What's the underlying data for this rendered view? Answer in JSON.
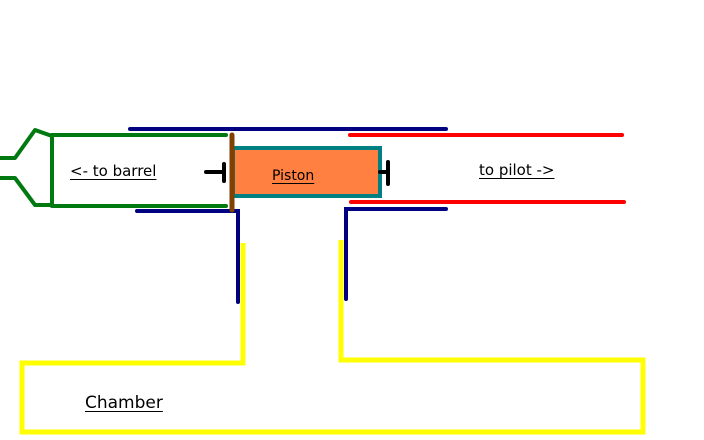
{
  "diagram": {
    "title": "Piston valve schematic",
    "labels": {
      "barrel": "<- to barrel",
      "piston": "Piston",
      "pilot": "to pilot ->",
      "chamber": "Chamber"
    },
    "colors": {
      "barrel": "#007a10",
      "housing": "#000080",
      "pilot": "#ff0000",
      "chamber": "#ffff00",
      "piston_fill": "#ff8040",
      "piston_border": "#008080",
      "seal": "#804000",
      "stem": "#000000"
    }
  }
}
